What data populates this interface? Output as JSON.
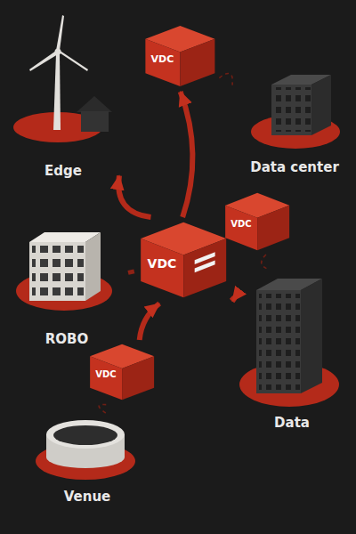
{
  "diagram": {
    "nodes": [
      {
        "text": [
          "VDC"
        ]
      },
      {
        "text": [
          "Edge"
        ]
      },
      {
        "text": [
          "Data center"
        ]
      },
      {
        "text": [
          "VDC"
        ]
      },
      {
        "text": [
          "VDC"
        ]
      },
      {
        "text": [
          "ROBO"
        ]
      },
      {
        "text": [
          "Data"
        ]
      },
      {
        "text": [
          "VDC"
        ]
      },
      {
        "text": [
          "Venue"
        ]
      }
    ],
    "edges": [
      {
        "from": 3,
        "to": 1,
        "arrow": "to"
      },
      {
        "from": 3,
        "to": 0,
        "arrow": "to"
      },
      {
        "from": 3,
        "to": 6,
        "arrow": "to"
      },
      {
        "from": 7,
        "to": 3,
        "arrow": "to"
      },
      {
        "from": 0,
        "to": 2,
        "arrow": "none"
      },
      {
        "from": 4,
        "to": 6,
        "arrow": "none"
      },
      {
        "from": 5,
        "to": 3,
        "arrow": "none"
      },
      {
        "from": 8,
        "to": 7,
        "arrow": "none"
      }
    ]
  }
}
